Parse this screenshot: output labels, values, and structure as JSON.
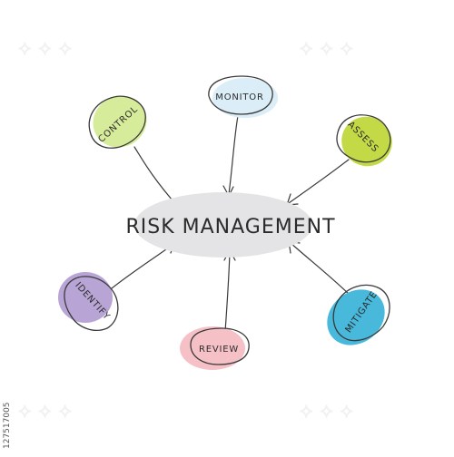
{
  "center": {
    "label": "RISK MANAGEMENT",
    "color": "#e4e4e6"
  },
  "nodes": [
    {
      "id": "monitor",
      "label": "MONITOR",
      "color": "#dbeef7"
    },
    {
      "id": "control",
      "label": "CONTROL",
      "color": "#d6ec9b"
    },
    {
      "id": "assess",
      "label": "ASSESS",
      "color": "#c3da46"
    },
    {
      "id": "identify",
      "label": "IDENTIFY",
      "color": "#b9a4d6"
    },
    {
      "id": "review",
      "label": "REVIEW",
      "color": "#f6c1c6"
    },
    {
      "id": "mitigate",
      "label": "MITIGATE",
      "color": "#48b8db"
    }
  ],
  "stock_id": "127517005"
}
